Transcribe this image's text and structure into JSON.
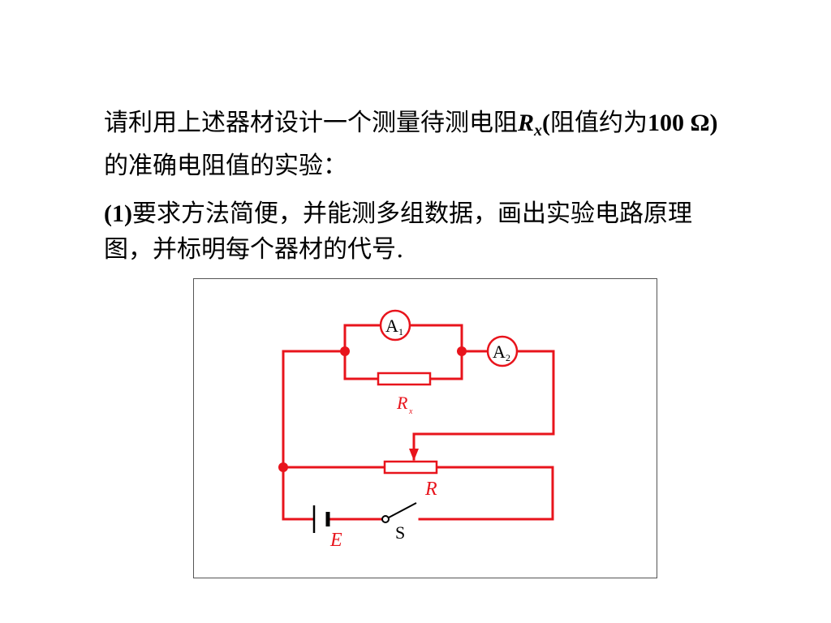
{
  "question": {
    "line1_prefix": "请利用上述器材设计一个测量待测电阻",
    "symbol_main": "R",
    "symbol_sub": "x",
    "paren_open": "(",
    "line1_suffix": "阻值约",
    "line2_prefix": "为",
    "value": "100 Ω)",
    "line2_suffix": "的准确电阻值的实验：",
    "part1_label": "(1)",
    "part1_text": "要求方法简便，并能测多组数据，画出实验电路原理图，并标明每个器材的代号."
  },
  "circuit": {
    "ammeter1": {
      "main": "A",
      "sub": "1"
    },
    "ammeter2": {
      "main": "A",
      "sub": "2"
    },
    "resistor_x": {
      "main": "R",
      "sub": "x"
    },
    "rheostat": "R",
    "battery": "E",
    "switch": "S",
    "colors": {
      "wire": "#e8141c",
      "label": "#e8141c",
      "text": "#000000"
    }
  }
}
